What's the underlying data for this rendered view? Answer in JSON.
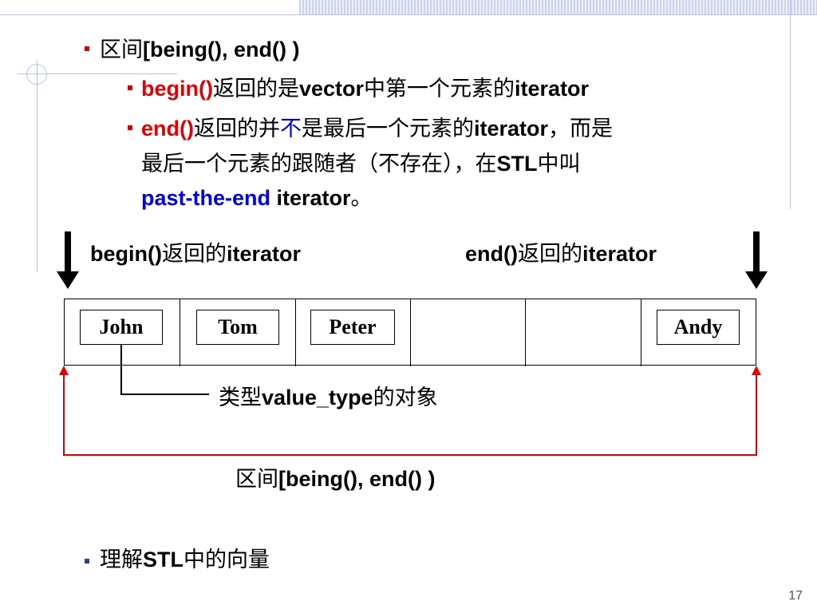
{
  "bullets": {
    "range_top": {
      "prefix": "区间",
      "bold": "[being(), end() )"
    },
    "begin_desc": {
      "red": "begin()",
      "t1": "返回的是",
      "b1": "vector",
      "t2": "中第一个元素的",
      "b2": "iterator"
    },
    "end_desc": {
      "red": "end()",
      "t1": "返回的并",
      "blue_char": "不",
      "t2": "是最后一个元素的",
      "b1": "iterator",
      "t3": "，而是",
      "line2_t1": "最后一个元素的跟随者（不存在），在",
      "line2_b1": "STL",
      "line2_t2": "中叫",
      "line3_blue": "past-the-end",
      "line3_b1": " iterator",
      "line3_t1": "。"
    },
    "understand": {
      "t1": "理解",
      "b1": "STL",
      "t2": "中的向量"
    }
  },
  "diagram": {
    "begin_label": {
      "b": "begin()",
      "t": "返回的",
      "b2": "iterator"
    },
    "end_label": {
      "b": "end()",
      "t": "返回的",
      "b2": "iterator"
    },
    "cells": [
      "John",
      "Tom",
      "Peter",
      "",
      "",
      "Andy"
    ],
    "value_type_label": {
      "t1": "类型",
      "b1": "value_type",
      "t2": "的对象"
    },
    "range_label": {
      "t1": "区间",
      "b1": "[being(), end() )"
    }
  },
  "page_number": "17",
  "colors": {
    "accent_red": "#e00000",
    "accent_blue": "#0000e0",
    "deco_blue": "#b9c5e6"
  }
}
